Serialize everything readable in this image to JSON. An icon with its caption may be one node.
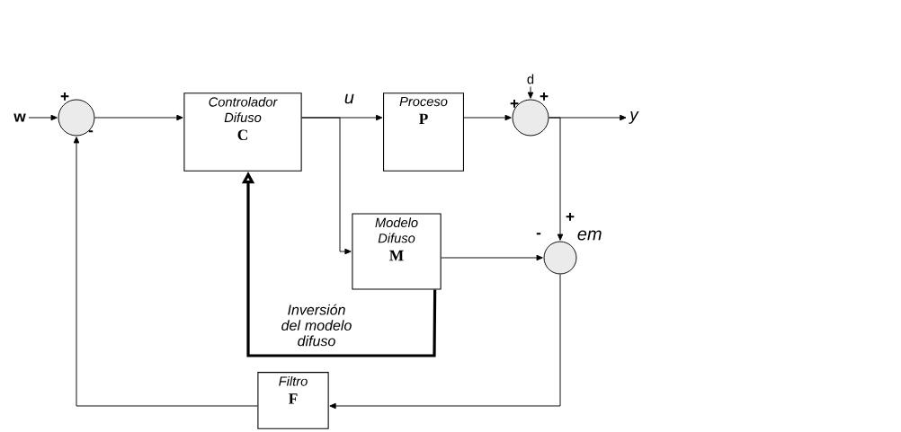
{
  "diagram": {
    "nodes": [
      {
        "text": [
          "w"
        ]
      },
      {
        "text": [],
        "shape": "circle"
      },
      {
        "text": [
          "Controlador Difuso",
          "C"
        ]
      },
      {
        "text": [
          "Proceso",
          "P"
        ]
      },
      {
        "text": [
          "d"
        ]
      },
      {
        "text": [],
        "shape": "circle"
      },
      {
        "text": [
          "y"
        ]
      },
      {
        "text": [
          "Modelo Difuso",
          "M"
        ]
      },
      {
        "text": [],
        "shape": "circle"
      },
      {
        "text": [
          "Filtro",
          "F"
        ]
      }
    ],
    "edges": [
      {
        "from": 0,
        "to": 1,
        "arrow": "to"
      },
      {
        "from": 1,
        "to": 2,
        "arrow": "to"
      },
      {
        "from": 2,
        "to": 3,
        "arrow": "to",
        "label": "u"
      },
      {
        "from": 2,
        "to": 7,
        "arrow": "to"
      },
      {
        "from": 3,
        "to": 5,
        "arrow": "to"
      },
      {
        "from": 4,
        "to": 5,
        "arrow": "to"
      },
      {
        "from": 5,
        "to": 6,
        "arrow": "to"
      },
      {
        "from": 5,
        "to": 8,
        "arrow": "to"
      },
      {
        "from": 7,
        "to": 8,
        "arrow": "to"
      },
      {
        "from": 7,
        "to": 2,
        "arrow": "to",
        "style": "thick",
        "label": "Inversión del modelo difuso"
      },
      {
        "from": 8,
        "to": 9,
        "arrow": "to",
        "label": "em"
      },
      {
        "from": 9,
        "to": 1,
        "arrow": "to"
      }
    ],
    "labels": [
      "+",
      "+",
      "+",
      "-",
      "+",
      "-"
    ]
  }
}
